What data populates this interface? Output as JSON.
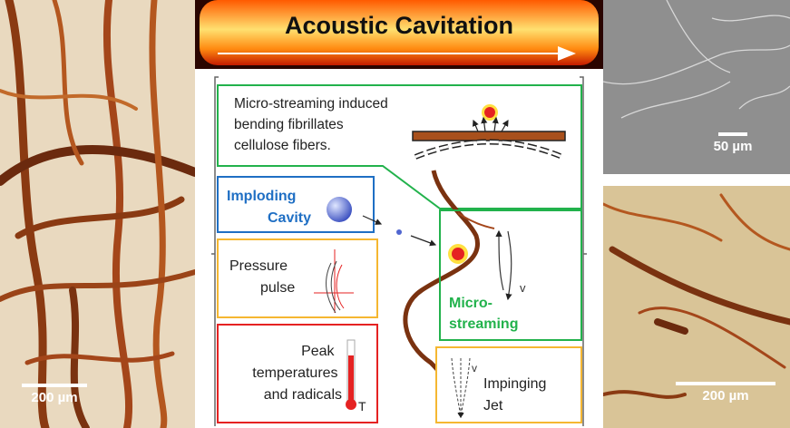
{
  "title": "Acoustic Cavitation",
  "top_text": "Micro-streaming induced bending fibrillates cellulose fibers.",
  "top_text_lines": [
    "Micro-streaming induced",
    "bending fibrillates",
    "cellulose fibers."
  ],
  "boxes": {
    "imploding": {
      "lines": [
        "Imploding",
        "Cavity"
      ],
      "color": "#1f6fc4"
    },
    "pressure": {
      "lines": [
        "Pressure",
        "pulse"
      ],
      "color": "#f5b731"
    },
    "peak": {
      "lines": [
        "Peak",
        "temperatures",
        "and radicals"
      ],
      "symbol": "T",
      "color": "#e52222"
    },
    "microstreaming": {
      "lines": [
        "Micro-",
        "streaming"
      ],
      "symbol": "v",
      "color": "#22b24c"
    },
    "jet": {
      "lines": [
        "Impinging",
        "Jet"
      ],
      "symbol": "v",
      "color": "#f5b731"
    }
  },
  "scalebars": {
    "left": "200 µm",
    "right_top": "50 µm",
    "right_bottom": "200 µm"
  }
}
